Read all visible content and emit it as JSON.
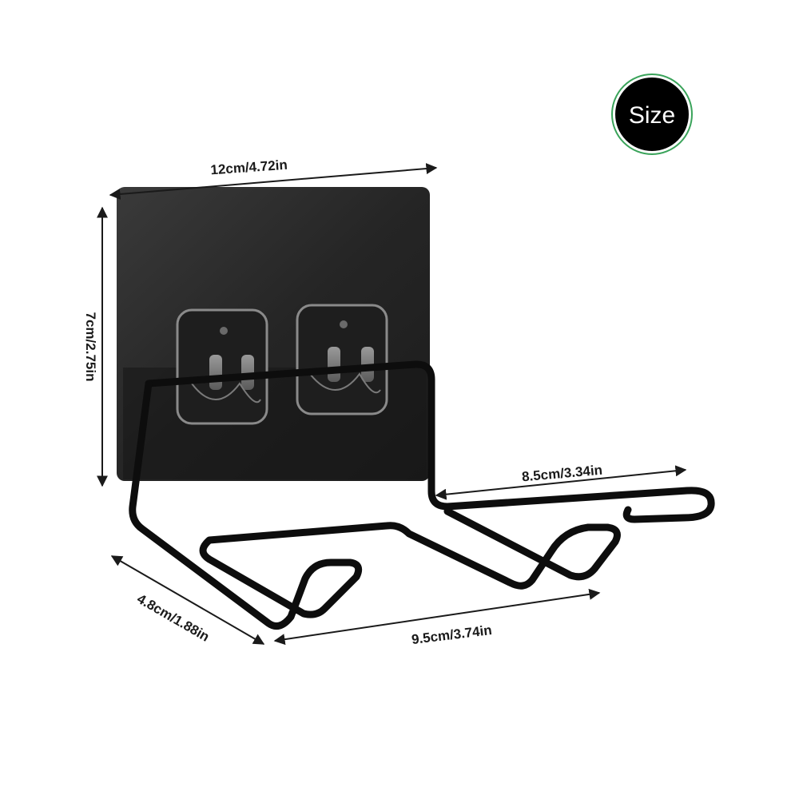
{
  "badge": {
    "label": "Size"
  },
  "dimensions": {
    "width_label": "12cm/4.72in",
    "height_label": "7cm/2.75in",
    "hook_length_label": "8.5cm/3.34in",
    "depth_label": "4.8cm/1.88in",
    "base_width_label": "9.5cm/3.74in"
  },
  "colors": {
    "plate": "#2b2b2b",
    "rack": "#0d0d0d",
    "badge_fill": "#000000",
    "badge_ring": "#3aa35a",
    "dimension_line": "#1a1a1a"
  }
}
